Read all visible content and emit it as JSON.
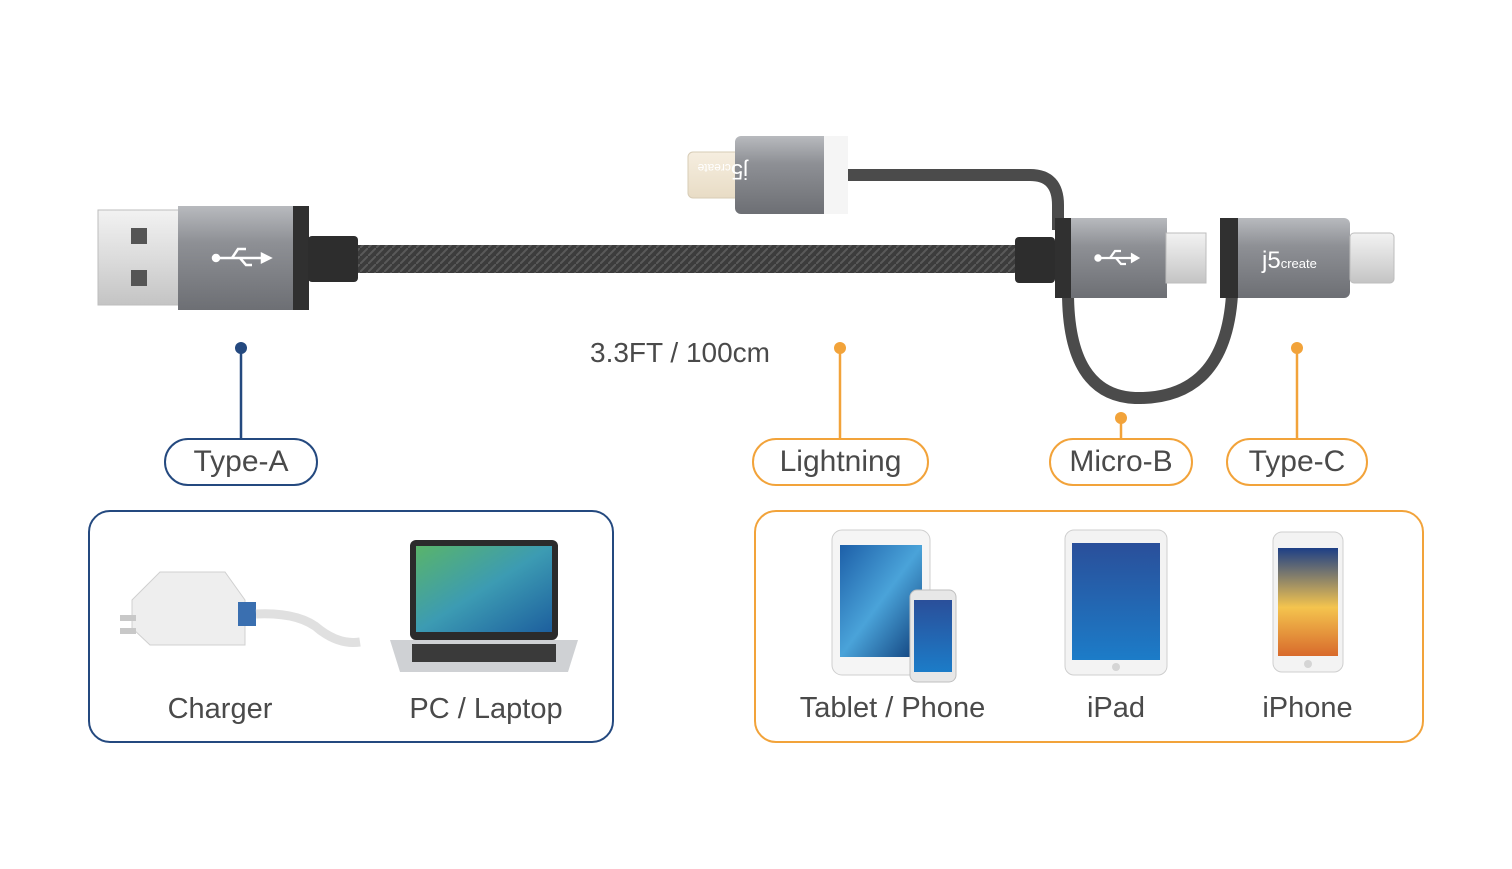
{
  "cable": {
    "length": "3.3FT / 100cm",
    "brand": "j5create"
  },
  "connectors": {
    "type_a": "Type-A",
    "lightning": "Lightning",
    "micro_b": "Micro-B",
    "type_c": "Type-C"
  },
  "devices": {
    "left": [
      "Charger",
      "PC / Laptop"
    ],
    "right": [
      "Tablet / Phone",
      "iPad",
      "iPhone"
    ]
  },
  "colors": {
    "blue": "#24497f",
    "orange": "#f2a33a",
    "cable": "#3a3a3a",
    "metal": "#8d8f94"
  }
}
